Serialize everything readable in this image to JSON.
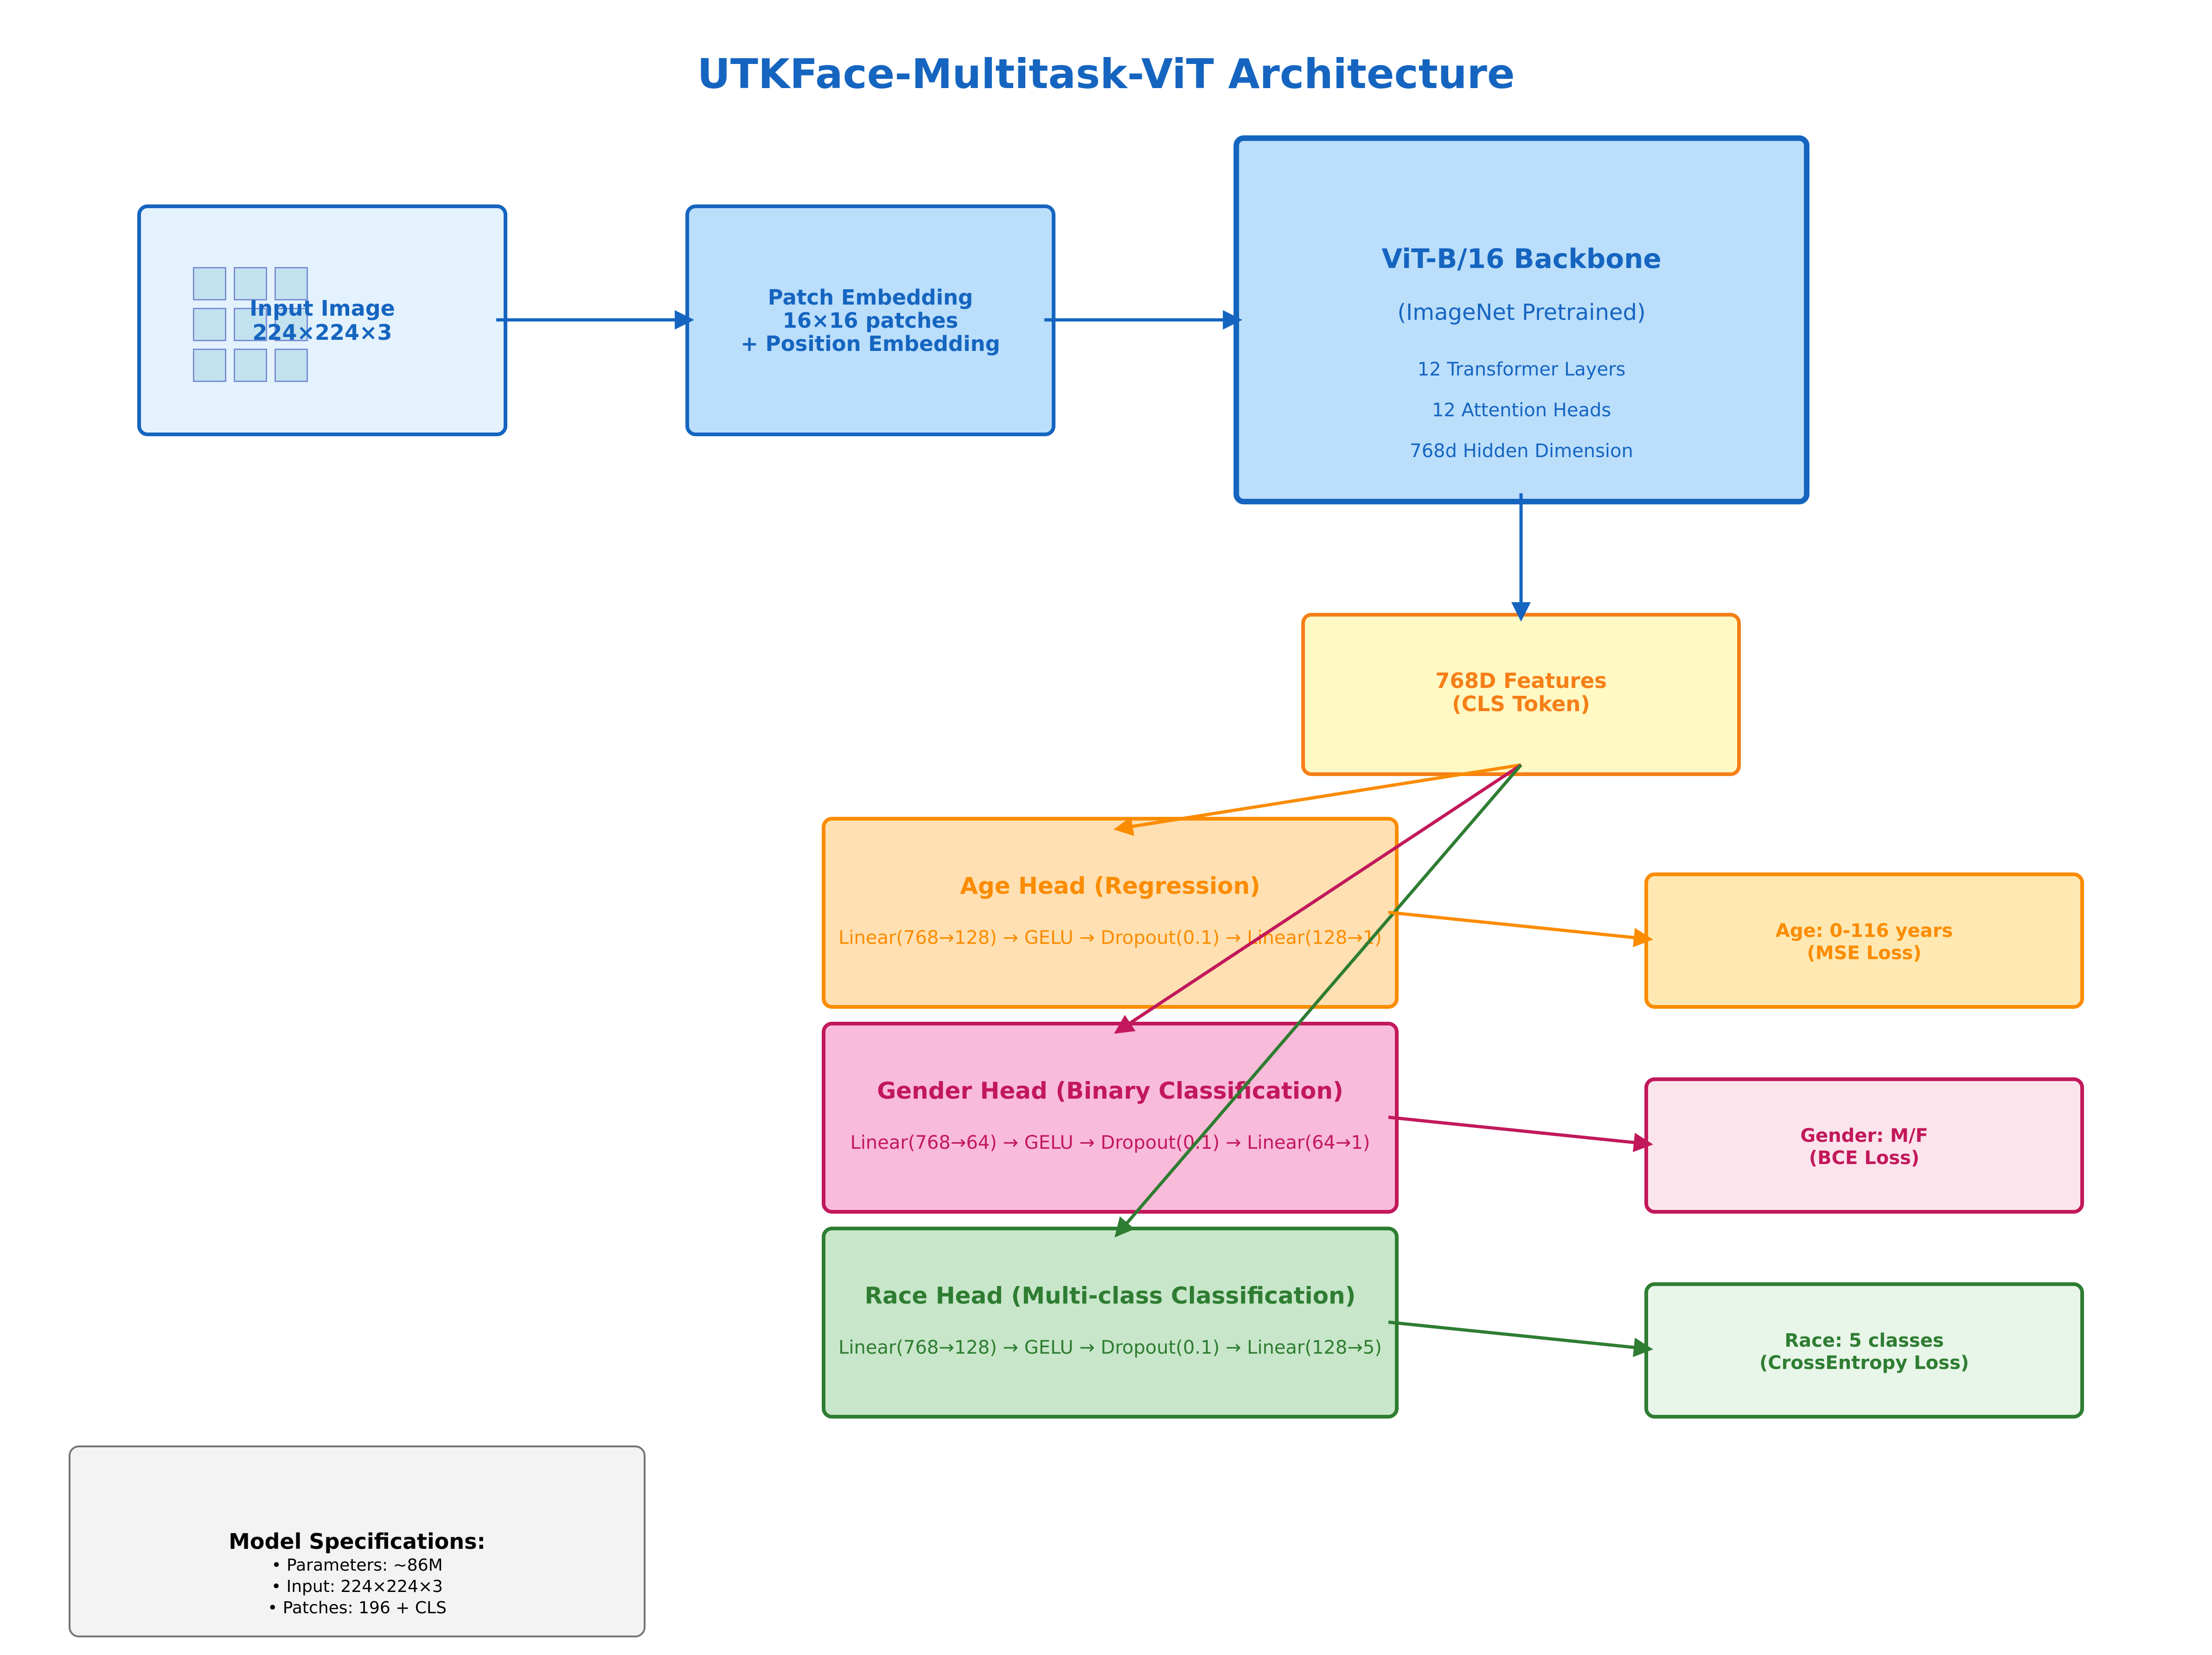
{
  "title": "UTKFace-Multitask-ViT Architecture",
  "colors": {
    "blue": "#1565c0",
    "orange": "#fb8c00",
    "amber": "#f57f17",
    "pink": "#c2185b",
    "green": "#2e7d32"
  },
  "input": {
    "line1": "Input Image",
    "line2": "224×224×3"
  },
  "patch_embedding": {
    "line1": "Patch Embedding",
    "line2": "16×16 patches",
    "line3": "+ Position Embedding"
  },
  "backbone": {
    "title": "ViT-B/16 Backbone",
    "subtitle": "(ImageNet Pretrained)",
    "detail1": "12 Transformer Layers",
    "detail2": "12 Attention Heads",
    "detail3": "768d Hidden Dimension"
  },
  "features": {
    "line1": "768D Features",
    "line2": "(CLS Token)"
  },
  "heads": {
    "age": {
      "title": "Age Head (Regression)",
      "detail": "Linear(768→128) → GELU → Dropout(0.1) → Linear(128→1)"
    },
    "gender": {
      "title": "Gender Head (Binary Classification)",
      "detail": "Linear(768→64) → GELU → Dropout(0.1) → Linear(64→1)"
    },
    "race": {
      "title": "Race Head (Multi-class Classification)",
      "detail": "Linear(768→128) → GELU → Dropout(0.1) → Linear(128→5)"
    }
  },
  "outputs": {
    "age": {
      "line1": "Age: 0-116 years",
      "line2": "(MSE Loss)"
    },
    "gender": {
      "line1": "Gender: M/F",
      "line2": "(BCE Loss)"
    },
    "race": {
      "line1": "Race: 5 classes",
      "line2": "(CrossEntropy Loss)"
    }
  },
  "specs": {
    "title": "Model Specifications:",
    "items": [
      "• Parameters: ~86M",
      "• Input: 224×224×3",
      "• Patches: 196 + CLS"
    ]
  }
}
